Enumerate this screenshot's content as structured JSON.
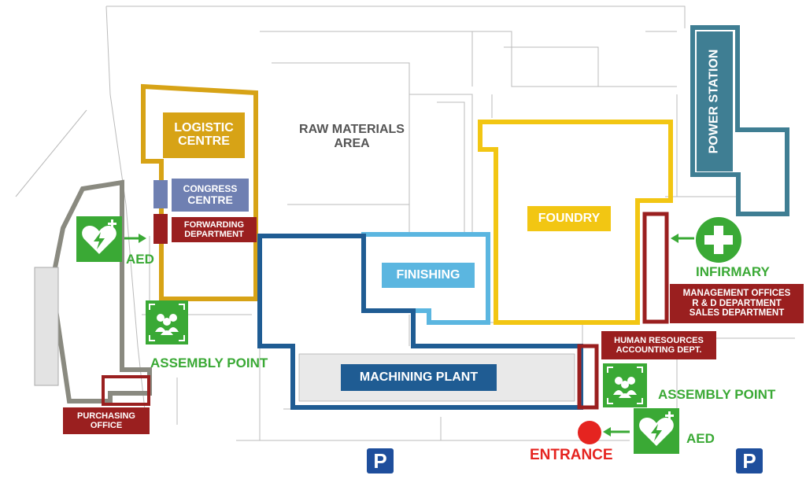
{
  "labels": {
    "logistic_centre": "LOGISTIC CENTRE",
    "raw_materials": "RAW MATERIALS AREA",
    "congress_centre_1": "CONGRESS",
    "congress_centre_2": "CENTRE",
    "forwarding_1": "FORWARDING",
    "forwarding_2": "DEPARTMENT",
    "foundry": "FOUNDRY",
    "finishing": "FINISHING",
    "machining_plant": "MACHINING PLANT",
    "power_station": "POWER STATION",
    "infirmary": "INFIRMARY",
    "mgmt_1": "MANAGEMENT OFFICES",
    "mgmt_2": "R & D DEPARTMENT",
    "mgmt_3": "SALES DEPARTMENT",
    "hr_1": "HUMAN RESOURCES",
    "hr_2": "ACCOUNTING DEPT.",
    "purchasing_1": "PURCHASING",
    "purchasing_2": "OFFICE",
    "aed_left": "AED",
    "aed_right": "AED",
    "assembly_left": "ASSEMBLY POINT",
    "assembly_right": "ASSEMBLY POINT",
    "entrance": "ENTRANCE",
    "parking_left": "P",
    "parking_right": "P"
  },
  "colors": {
    "logistic": "#d7a316",
    "foundry": "#f2c613",
    "finishing": "#5bb6e0",
    "machining": "#1f5c93",
    "power": "#3f7e93",
    "congress": "#6f80b2",
    "office_red": "#9a1f1f",
    "safety_green": "#3aa935",
    "entrance_red": "#e52420",
    "parking_blue": "#1e4e9c"
  },
  "icons": [
    "aed-icon",
    "first-aid-cross-icon",
    "assembly-point-icon",
    "arrow-right-icon",
    "arrow-left-icon",
    "parking-icon"
  ]
}
